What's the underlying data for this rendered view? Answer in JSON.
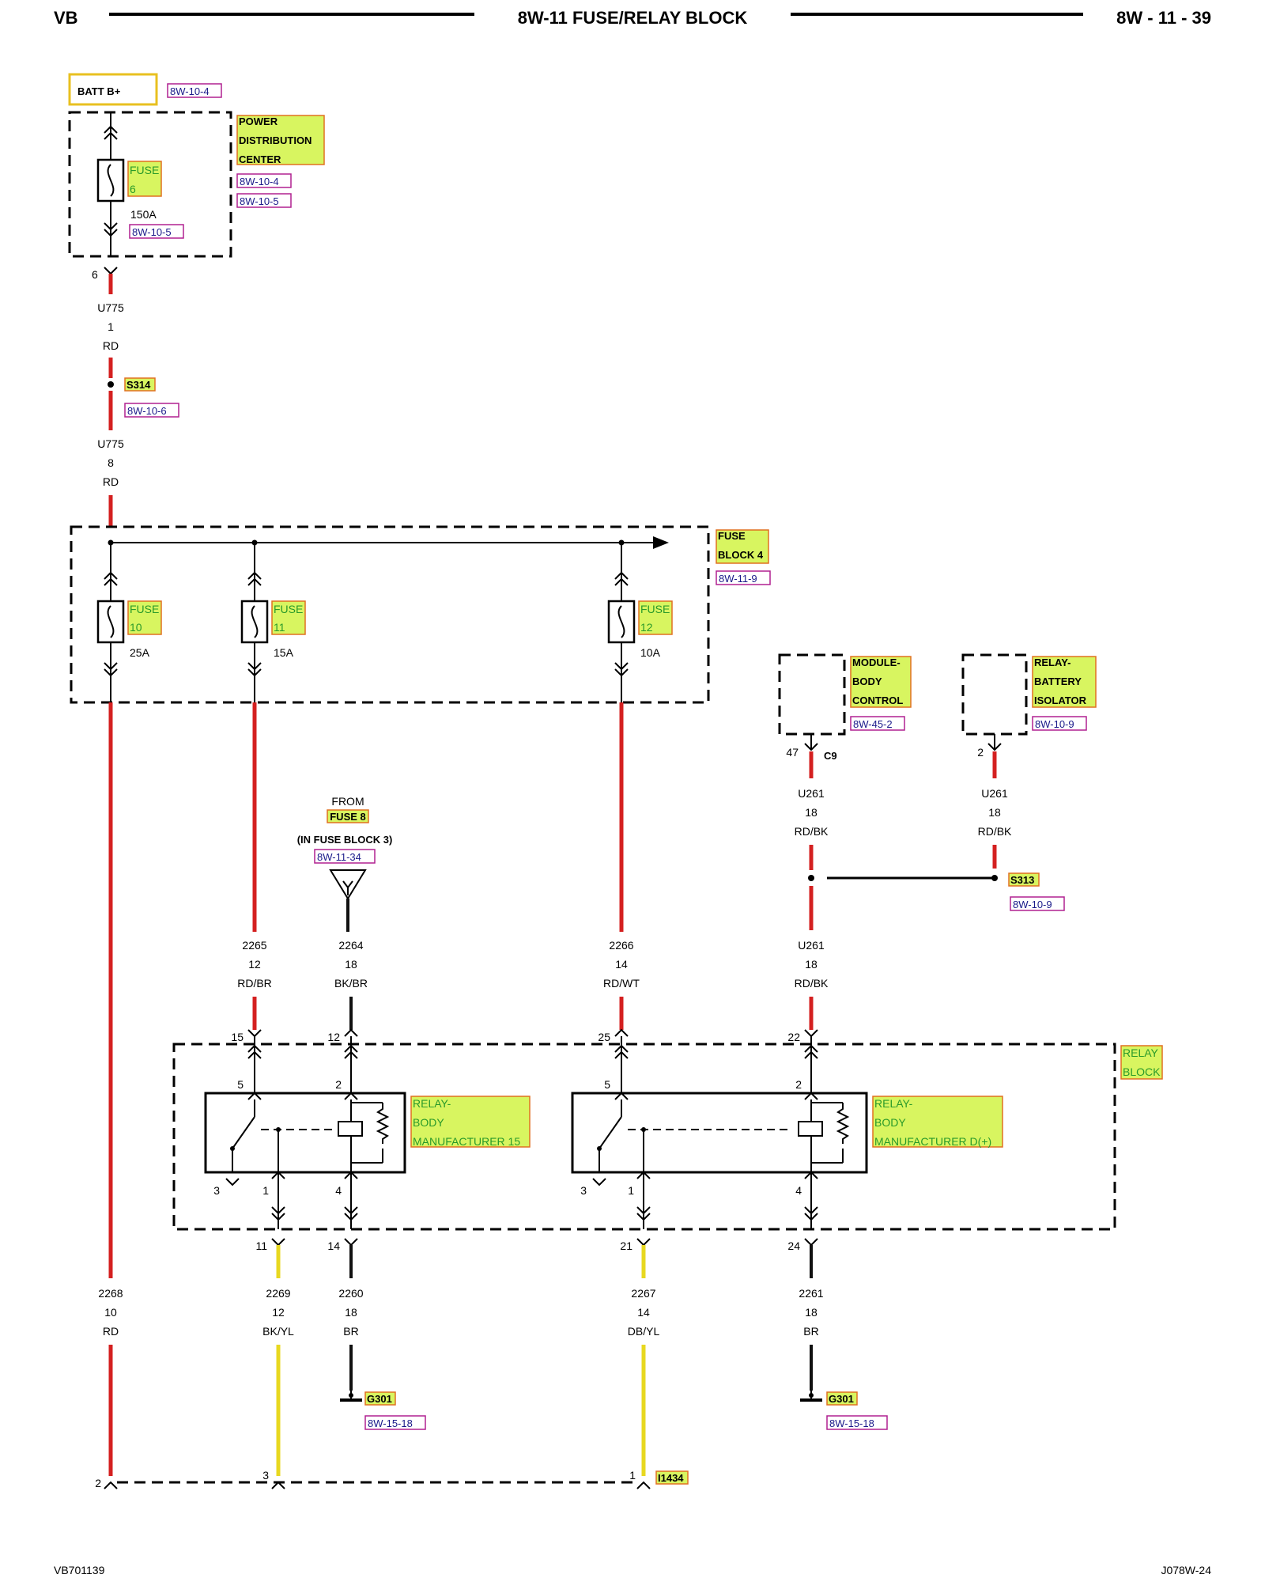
{
  "header": {
    "left": "VB",
    "center": "8W-11 FUSE/RELAY BLOCK",
    "right": "8W - 11 - 39"
  },
  "footer": {
    "left": "VB701139",
    "right": "J078W-24"
  },
  "batt": {
    "label": "BATT B+",
    "ref": "8W-10-4"
  },
  "pdc": {
    "l1": "POWER",
    "l2": "DISTRIBUTION",
    "l3": "CENTER",
    "ref1": "8W-10-4",
    "ref2": "8W-10-5",
    "fuse_l1": "FUSE",
    "fuse_l2": "6",
    "amp": "150A",
    "fuse_ref": "8W-10-5"
  },
  "w775a": {
    "pin": "6",
    "circuit": "U775",
    "gauge": "1",
    "color": "RD"
  },
  "s314": {
    "name": "S314",
    "ref": "8W-10-6"
  },
  "w775b": {
    "circuit": "U775",
    "gauge": "8",
    "color": "RD"
  },
  "fb4": {
    "l1": "FUSE",
    "l2": "BLOCK 4",
    "ref": "8W-11-9",
    "fuses": [
      {
        "l1": "FUSE",
        "l2": "10",
        "amp": "25A"
      },
      {
        "l1": "FUSE",
        "l2": "11",
        "amp": "15A"
      },
      {
        "l1": "FUSE",
        "l2": "12",
        "amp": "10A"
      }
    ]
  },
  "mbc": {
    "l1": "MODULE-",
    "l2": "BODY",
    "l3": "CONTROL",
    "ref": "8W-45-2",
    "pin": "47",
    "conn": "C9"
  },
  "rbi": {
    "l1": "RELAY-",
    "l2": "BATTERY",
    "l3": "ISOLATOR",
    "ref": "8W-10-9",
    "pin": "2"
  },
  "from": {
    "l1": "FROM",
    "l2": "FUSE 8",
    "l3": "(IN FUSE BLOCK 3)",
    "ref": "8W-11-34"
  },
  "u261a": {
    "circuit": "U261",
    "gauge": "18",
    "color": "RD/BK"
  },
  "u261b": {
    "circuit": "U261",
    "gauge": "18",
    "color": "RD/BK"
  },
  "s313": {
    "name": "S313",
    "ref": "8W-10-9"
  },
  "wires_in": [
    {
      "circuit": "2265",
      "gauge": "12",
      "color": "RD/BR",
      "pin": "15"
    },
    {
      "circuit": "2264",
      "gauge": "18",
      "color": "BK/BR",
      "pin": "12"
    },
    {
      "circuit": "2266",
      "gauge": "14",
      "color": "RD/WT",
      "pin": "25"
    },
    {
      "circuit": "U261",
      "gauge": "18",
      "color": "RD/BK",
      "pin": "22"
    }
  ],
  "relayblock": {
    "l1": "RELAY",
    "l2": "BLOCK"
  },
  "relay1": {
    "l1": "RELAY-",
    "l2": "BODY",
    "l3": "MANUFACTURER 15",
    "p5": "5",
    "p2": "2",
    "p3": "3",
    "p1": "1",
    "p4": "4"
  },
  "relay2": {
    "l1": "RELAY-",
    "l2": "BODY",
    "l3": "MANUFACTURER D(+)",
    "p5": "5",
    "p2": "2",
    "p3": "3",
    "p1": "1",
    "p4": "4"
  },
  "wires_out": [
    {
      "circuit": "2268",
      "gauge": "10",
      "color": "RD"
    },
    {
      "circuit": "2269",
      "gauge": "12",
      "color": "BK/YL",
      "pin": "11"
    },
    {
      "circuit": "2260",
      "gauge": "18",
      "color": "BR",
      "pin": "14"
    },
    {
      "circuit": "2267",
      "gauge": "14",
      "color": "DB/YL",
      "pin": "21"
    },
    {
      "circuit": "2261",
      "gauge": "18",
      "color": "BR",
      "pin": "24"
    }
  ],
  "g301a": {
    "name": "G301",
    "ref": "8W-15-18"
  },
  "g301b": {
    "name": "G301",
    "ref": "8W-15-18"
  },
  "conn": {
    "name": "I1434",
    "p2": "2",
    "p3": "3",
    "p1": "1"
  }
}
